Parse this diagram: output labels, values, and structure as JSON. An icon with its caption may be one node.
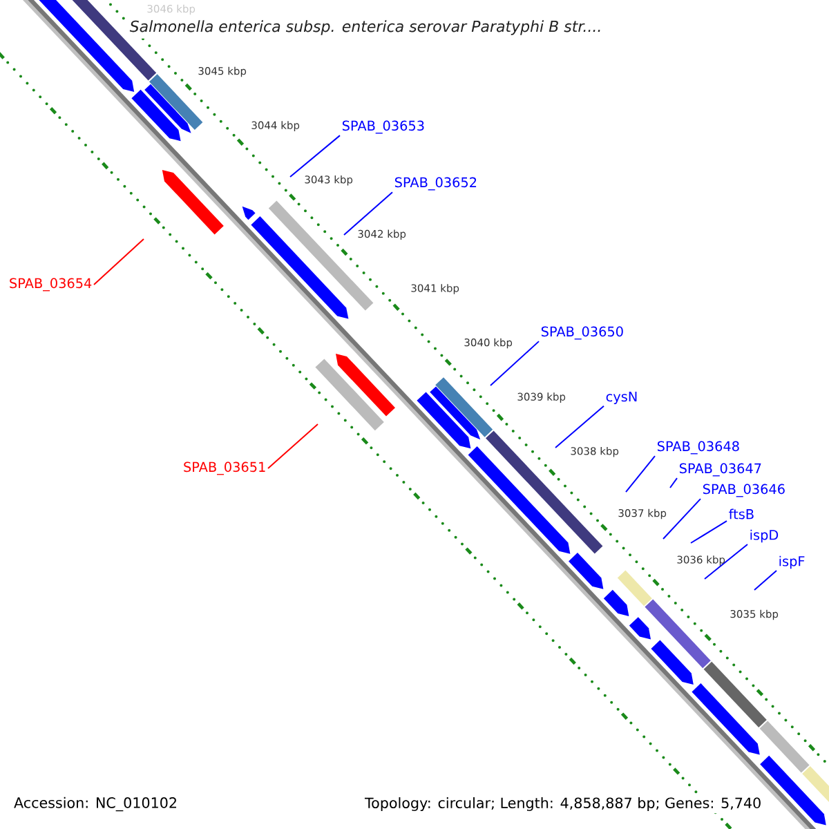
{
  "diagram": {
    "title": "Salmonella enterica subsp. enterica serovar Paratyphi B str....",
    "nodes": [
      {
        "text": [
          "SPAB_03653"
        ]
      },
      {
        "text": [
          "SPAB_03652"
        ]
      },
      {
        "text": [
          "SPAB_03654"
        ]
      },
      {
        "text": [
          "SPAB_03650"
        ]
      },
      {
        "text": [
          "cysN"
        ]
      },
      {
        "text": [
          "SPAB_03648"
        ]
      },
      {
        "text": [
          "SPAB_03651"
        ]
      },
      {
        "text": [
          "SPAB_03647"
        ]
      },
      {
        "text": [
          "SPAB_03646"
        ]
      },
      {
        "text": [
          "ftsB"
        ]
      },
      {
        "text": [
          "ispD"
        ]
      },
      {
        "text": [
          "ispF"
        ]
      }
    ],
    "edges": [
      {
        "from": 0,
        "to": null,
        "arrow": "none"
      },
      {
        "from": 1,
        "to": null,
        "arrow": "none"
      },
      {
        "from": 2,
        "to": null,
        "arrow": "none",
        "color": "#ff0000"
      },
      {
        "from": 3,
        "to": null,
        "arrow": "none"
      },
      {
        "from": 4,
        "to": null,
        "arrow": "none"
      },
      {
        "from": 5,
        "to": null,
        "arrow": "none"
      },
      {
        "from": 6,
        "to": null,
        "arrow": "none",
        "color": "#ff0000"
      },
      {
        "from": 7,
        "to": null,
        "arrow": "none"
      },
      {
        "from": 8,
        "to": null,
        "arrow": "none"
      },
      {
        "from": 9,
        "to": null,
        "arrow": "none"
      },
      {
        "from": 10,
        "to": null,
        "arrow": "none"
      },
      {
        "from": 11,
        "to": null,
        "arrow": "none"
      }
    ],
    "labels": [
      "3046 kbp",
      "3045 kbp",
      "3044 kbp",
      "3043 kbp",
      "3042 kbp",
      "3041 kbp",
      "3040 kbp",
      "3039 kbp",
      "3038 kbp",
      "3037 kbp",
      "3036 kbp",
      "3035 kbp",
      "Accession: NC_010102",
      "Topology: circular; Length: 4,858,887 bp; Genes: 5,740"
    ]
  }
}
